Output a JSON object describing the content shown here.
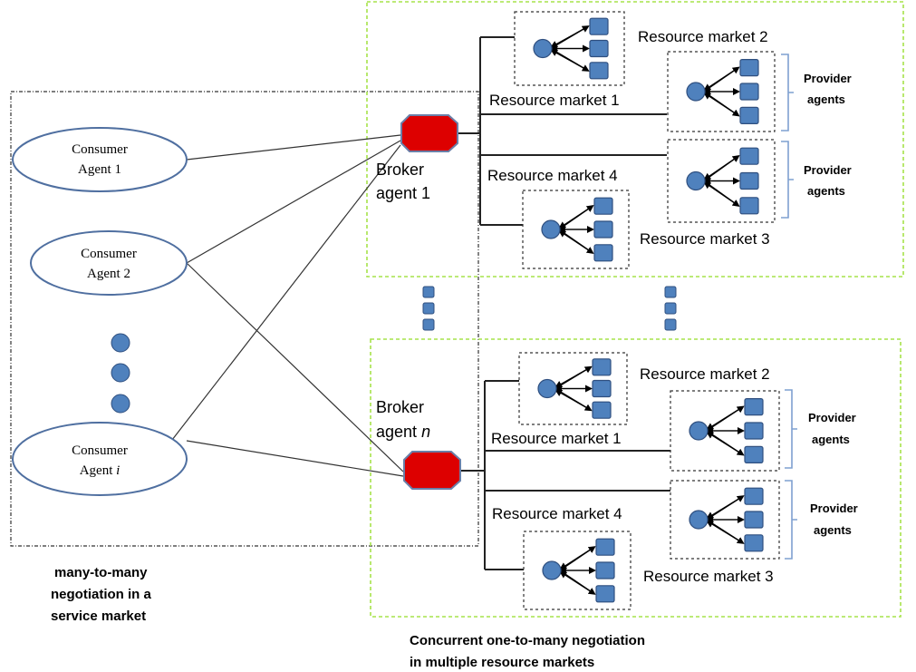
{
  "consumers": [
    {
      "line1": "Consumer",
      "line2": "Agent 1"
    },
    {
      "line1": "Consumer",
      "line2": "Agent 2"
    },
    {
      "line1": "Consumer",
      "line2": "Agent",
      "line2_italic": "i"
    }
  ],
  "brokers": [
    {
      "line1": "Broker",
      "line2": "agent 1"
    },
    {
      "line1": "Broker",
      "line2": "agent",
      "line2_italic": "n"
    }
  ],
  "market_labels": {
    "m1": "Resource market 1",
    "m2": "Resource market 2",
    "m3": "Resource market 3",
    "m4": "Resource market 4"
  },
  "provider_label": {
    "line1": "Provider",
    "line2": "agents"
  },
  "captions": {
    "left": [
      "many-to-many",
      "negotiation in a",
      "service market"
    ],
    "bottom": [
      "Concurrent  one-to-many negotiation",
      "in multiple resource markets"
    ]
  },
  "colors": {
    "broker_fill": "#dd0000",
    "node_fill": "#4f81bd",
    "node_stroke": "#2f4f7f",
    "group_border": "#a6e34a",
    "brace": "#7fa0d0"
  }
}
